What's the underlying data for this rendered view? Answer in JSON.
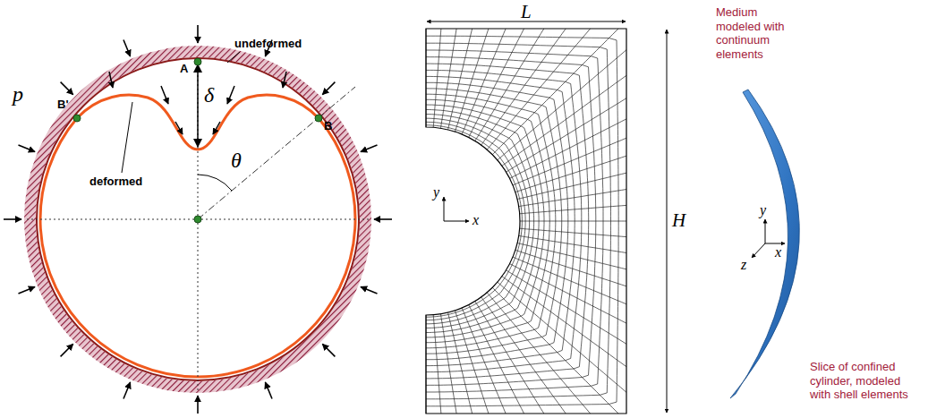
{
  "diagram": {
    "labels": [
      "p",
      "undeformed",
      "A",
      "δ",
      "deformed",
      "B'",
      "B",
      "θ",
      "L",
      "Medium modeled with continuum elements",
      "H",
      "y",
      "x",
      "y",
      "x",
      "z",
      "Slice of confined cylinder, modeled with shell elements"
    ]
  }
}
